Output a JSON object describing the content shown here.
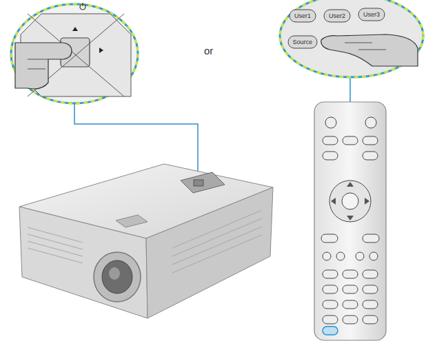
{
  "diagram": {
    "labels": [
      "or",
      "User1",
      "User2",
      "User3",
      "Source"
    ]
  }
}
